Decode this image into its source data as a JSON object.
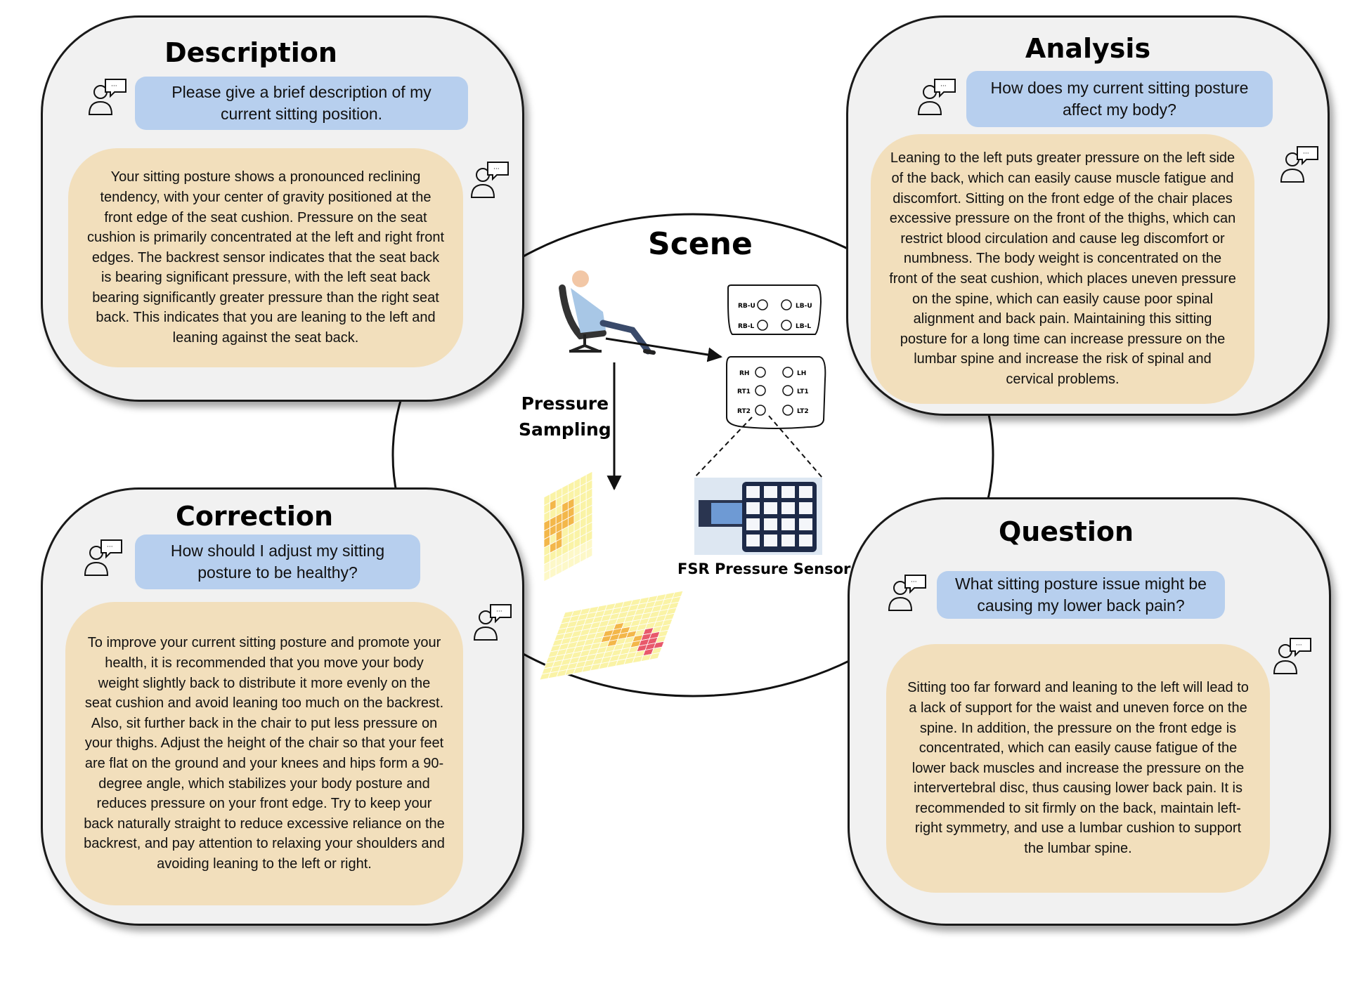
{
  "scene": {
    "title": "Scene",
    "pressure_sampling": [
      "Pressure",
      "Sampling"
    ],
    "fsr_label": "FSR Pressure Sensor",
    "backrest_sensors": [
      "RB-U",
      "LB-U",
      "RB-L",
      "LB-L"
    ],
    "seat_sensors": [
      "RH",
      "LH",
      "RT1",
      "LT1",
      "RT2",
      "LT2"
    ]
  },
  "description": {
    "title": "Description",
    "question": "Please give a brief description of my current sitting position.",
    "answer": "Your sitting posture shows a pronounced reclining tendency, with your center of gravity positioned at the front edge of the seat cushion. Pressure on the seat cushion is primarily concentrated at the left and right front edges. The backrest sensor indicates that the seat back is bearing significant pressure, with the left seat back bearing significantly greater pressure than the right seat back. This indicates that you are leaning to the left and leaning against the seat back."
  },
  "analysis": {
    "title": "Analysis",
    "question": "How does my current sitting posture affect my body?",
    "answer": "Leaning to the left puts greater pressure on the left side of the back, which can easily cause muscle fatigue and discomfort. Sitting on the front edge of the chair places excessive pressure on the front of the thighs, which can restrict blood circulation and cause leg discomfort or numbness. The body weight is concentrated on the front of the seat cushion, which places uneven pressure on the spine, which can easily cause poor spinal alignment and back pain. Maintaining this sitting posture for a long time can increase pressure on the lumbar spine and increase the risk of spinal and cervical problems."
  },
  "correction": {
    "title": "Correction",
    "question": "How should I adjust my sitting posture to be healthy?",
    "answer": "To improve your current sitting posture and promote your health, it is recommended that you move your body weight slightly back to distribute it more evenly on the seat cushion and avoid leaning too much on the backrest. Also, sit further back in the chair to put less pressure on your thighs. Adjust the height of the chair so that your feet are flat on the ground and your knees and hips form a 90-degree angle, which stabilizes your body posture and reduces pressure on your front edge. Try to keep your back naturally straight to reduce excessive reliance on the backrest, and pay attention to relaxing your shoulders and avoiding leaning to the left or right."
  },
  "question_panel": {
    "title": "Question",
    "question": "What sitting posture issue might be causing my lower back pain?",
    "answer": "Sitting too far forward and leaning to the left will lead to a lack of support for the waist and uneven force on the spine. In addition, the pressure on the front edge is concentrated, which can easily cause fatigue of the lower back muscles and increase the pressure on the intervertebral disc, thus causing lower back pain. It is recommended to sit firmly on the back, maintain left-right symmetry, and use a lumbar cushion to support the lumbar spine."
  },
  "colors": {
    "card_bg": "#f1f1f1",
    "question_bg": "#b7cfee",
    "answer_bg": "#f2dfbc",
    "heat_low": "#faf3a6",
    "heat_mid": "#f3b74a",
    "heat_high": "#e8596b"
  }
}
